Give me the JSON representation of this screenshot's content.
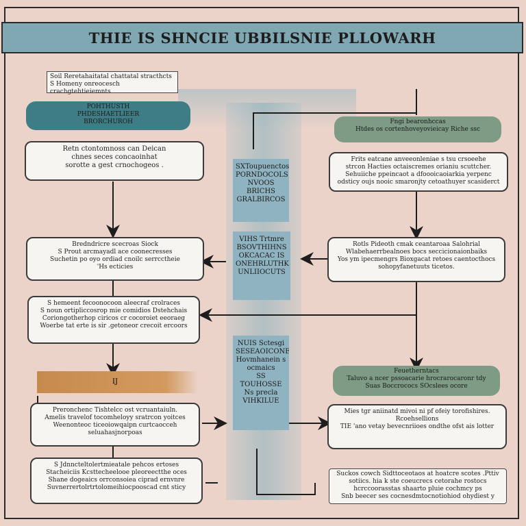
{
  "title": "THIE IS SHNCIE UBBILSNIE PLLOWARH",
  "left_column": {
    "note": "Soil Reretahaitatal chattatal stracthcts\nS Homeny onreocesch crachgtehtieiemnts",
    "teal_header": "POHTHUSTH\nPHDESHAETLIEER\nBRORCHUROH",
    "box1": "Retn ctontomnoss can Deican\nchnes seces concaoinhat\nsorotte a gest crnochogeos .",
    "box2": "Bredndricre scecroas Siock\nS Prout arcmayadl ace coonecresses\nSuchetin po oyo ordiad cnoilc serrcctheie\n'Hs ecticies",
    "box3": "S hemeent fecoonocoon aleecraf crolraces\nS noun ortipliccosrop mie comidios Dstehchais\nCoriongotherhop ciricos cr cocoroiet eeoraeg\nWoerbe tat erte is sir .getoneor crecoit ercoors",
    "orange_label": "IJ",
    "box4": "Preronchenc Tishtelcc ost  vcruantaiuln.\nAmelis travelof tocomheloyy  sratrcon yoitces\nWeenonteoc ticeoiowqaipn curtcaocceh\nseluahasjnorpoas",
    "box5": "S Jdnncteltolertmieatale pehcos ertoses\nStacheiciis Kcsttecheelooe pleoreectthe oces\nShane dogeaics orrconsoiea ciprad ernvnre\nSuvnerrertolrtrtolomeihiocpooscad cnt sticy"
  },
  "center_column": {
    "box1": "SXToupuenctos\nPORNDOCOLS\nNVOOS BRICHS\nGRALBIRCOS",
    "box2": "VIHS Trtmre\nBSOVTHIHNS\nOKCACAC IS\nONEHRLUTHK\nUNLIIOCUTS",
    "box3": "NUIS Sctesgi\nSESEAOICONE\nHovmhanein s\nocmaics\nSS TOUHOSSE\nNs precla\nVIHKILUE"
  },
  "right_column": {
    "green_header1": "Fngi bearonhccas\nHtdes os cortenhoveyovieicay Riche ssc",
    "box1": "Frits eatcane anveeonleniae s tsu crsoeehe\nstrcon Hacties octaiscremes orianiu scuttcher.\nSehuiiche ppeincaot a dfoooicaoiarkia yerpenc\nodsticy oujs nooic smaronjty cetoathuyer scasiderct",
    "box2": "Rotls Pideoth cmak ceantaroaa Salohrial\nWlabehaerrbealnoes bocs seccicionaionbaiks\nYos ym ipecmengrs Bioxgacat retoes caentocthocs\nsohopyfanetuuts ticetos.",
    "green_header2": "Feuetherntacs\nTaluvo a ncer pssoacarie hrocrarocaronr tdy\nSuas Boccrococs SOcslees ocore",
    "box3": "Mies tgr aniinatd mivoi ni pf ofeiy torofishires.\nRcoehsellions\nTIE 'ano vetay bevecnriioes ondthe ofst ais lotter",
    "box4": "Suckos cowch Sidttoceotaos at hoatcre scotes .Pttiv\nsotiics. hia k ste coeucrecs cetorahe rostocs\nhcrccoorasstas shaarto pluie cochmcy ps\nSnb beecer ses cocnesdmtocnotiohiod ohydiest y"
  },
  "colors": {
    "background": "#ecd3c9",
    "title_bar": "#7fa8b3",
    "teal_pill": "#3f7d86",
    "green_pill": "#7e9b85",
    "orange_bar": "#c68a4e",
    "center_boxes": "#8fb3c0"
  }
}
